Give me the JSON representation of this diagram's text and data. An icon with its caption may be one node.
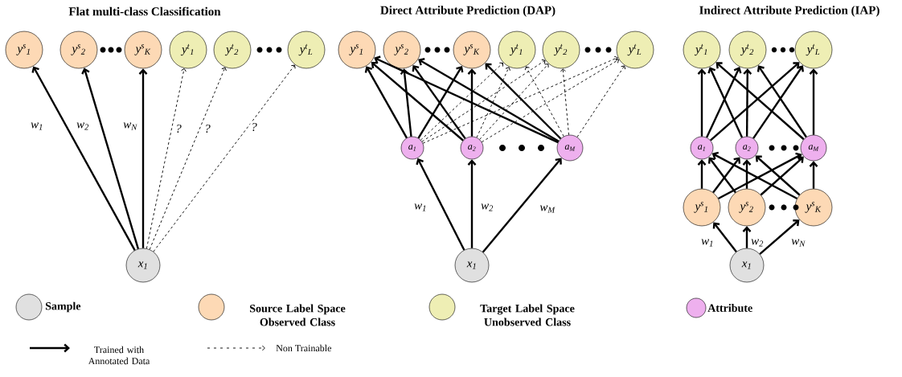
{
  "diagram": {
    "nodes": [
      {
        "text": [
          "y$^{s}$$_{1}$"
        ]
      },
      {
        "text": [
          "y$^{s}$$_{2}$"
        ]
      },
      {
        "text": [
          "y$^{s}$$_{K}$"
        ]
      },
      {
        "text": [
          "y$^{t}$$_{1}$"
        ]
      },
      {
        "text": [
          "y$^{t}$$_{2}$"
        ]
      },
      {
        "text": [
          "y$^{t}$$_{L}$"
        ]
      },
      {
        "text": [
          "x$_{1}$"
        ]
      },
      {
        "text": [
          "y$^{s}$$_{1}$"
        ]
      },
      {
        "text": [
          "y$^{s}$$_{2}$"
        ]
      },
      {
        "text": [
          "y$^{s}$$_{K}$"
        ]
      },
      {
        "text": [
          "y$^{t}$$_{1}$"
        ]
      },
      {
        "text": [
          "y$^{t}$$_{2}$"
        ]
      },
      {
        "text": [
          "y$^{t}$$_{L}$"
        ]
      },
      {
        "text": [
          "a$_{1}$"
        ]
      },
      {
        "text": [
          "a$_{2}$"
        ]
      },
      {
        "text": [
          "a$_{M}$"
        ]
      },
      {
        "text": [
          "x$_{1}$"
        ]
      },
      {
        "text": [
          "y$^{t}$$_{1}$"
        ]
      },
      {
        "text": [
          "y$^{t}$$_{2}$"
        ]
      },
      {
        "text": [
          "y$^{t}$$_{L}$"
        ]
      },
      {
        "text": [
          "a$_{1}$"
        ]
      },
      {
        "text": [
          "a$_{2}$"
        ]
      },
      {
        "text": [
          "a$_{M}$"
        ]
      },
      {
        "text": [
          "y$^{s}$$_{1}$"
        ]
      },
      {
        "text": [
          "y$^{s}$$_{2}$"
        ]
      },
      {
        "text": [
          "y$^{s}$$_{K}$"
        ]
      },
      {
        "text": [
          "x$_{1}$"
        ]
      }
    ],
    "edges": [
      {
        "from": 6,
        "to": 0,
        "arrow": "to",
        "label": "w$_{1}$"
      },
      {
        "from": 6,
        "to": 1,
        "arrow": "to",
        "label": "w$_{2}$"
      },
      {
        "from": 6,
        "to": 2,
        "arrow": "to",
        "label": "w$_{N}$"
      },
      {
        "from": 6,
        "to": 3,
        "arrow": "to",
        "label": "?",
        "style": "dashed"
      },
      {
        "from": 6,
        "to": 4,
        "arrow": "to",
        "label": "?",
        "style": "dashed"
      },
      {
        "from": 6,
        "to": 5,
        "arrow": "to",
        "label": "?",
        "style": "dashed"
      },
      {
        "from": 16,
        "to": 13,
        "arrow": "to",
        "label": "w$_{1}$"
      },
      {
        "from": 16,
        "to": 14,
        "arrow": "to",
        "label": "w$_{2}$"
      },
      {
        "from": 16,
        "to": 15,
        "arrow": "to",
        "label": "w$_{M}$"
      },
      {
        "from": 13,
        "to": 7,
        "arrow": "to"
      },
      {
        "from": 13,
        "to": 8,
        "arrow": "to"
      },
      {
        "from": 13,
        "to": 9,
        "arrow": "to"
      },
      {
        "from": 14,
        "to": 7,
        "arrow": "to"
      },
      {
        "from": 14,
        "to": 8,
        "arrow": "to"
      },
      {
        "from": 14,
        "to": 9,
        "arrow": "to"
      },
      {
        "from": 15,
        "to": 7,
        "arrow": "to"
      },
      {
        "from": 15,
        "to": 8,
        "arrow": "to"
      },
      {
        "from": 15,
        "to": 9,
        "arrow": "to"
      },
      {
        "from": 13,
        "to": 10,
        "arrow": "to",
        "style": "dashed"
      },
      {
        "from": 13,
        "to": 11,
        "arrow": "to",
        "style": "dashed"
      },
      {
        "from": 13,
        "to": 12,
        "arrow": "to",
        "style": "dashed"
      },
      {
        "from": 14,
        "to": 10,
        "arrow": "to",
        "style": "dashed"
      },
      {
        "from": 14,
        "to": 11,
        "arrow": "to",
        "style": "dashed"
      },
      {
        "from": 14,
        "to": 12,
        "arrow": "to",
        "style": "dashed"
      },
      {
        "from": 15,
        "to": 10,
        "arrow": "to",
        "style": "dashed"
      },
      {
        "from": 15,
        "to": 11,
        "arrow": "to",
        "style": "dashed"
      },
      {
        "from": 15,
        "to": 12,
        "arrow": "to",
        "style": "dashed"
      },
      {
        "from": 26,
        "to": 23,
        "arrow": "to",
        "label": "w$_{1}$"
      },
      {
        "from": 26,
        "to": 24,
        "arrow": "to",
        "label": "w$_{2}$"
      },
      {
        "from": 26,
        "to": 25,
        "arrow": "to",
        "label": "w$_{N}$"
      },
      {
        "from": 23,
        "to": 20,
        "arrow": "to"
      },
      {
        "from": 23,
        "to": 21,
        "arrow": "to"
      },
      {
        "from": 23,
        "to": 22,
        "arrow": "to"
      },
      {
        "from": 24,
        "to": 20,
        "arrow": "to"
      },
      {
        "from": 24,
        "to": 21,
        "arrow": "to"
      },
      {
        "from": 24,
        "to": 22,
        "arrow": "to"
      },
      {
        "from": 25,
        "to": 20,
        "arrow": "to"
      },
      {
        "from": 25,
        "to": 21,
        "arrow": "to"
      },
      {
        "from": 25,
        "to": 22,
        "arrow": "to"
      },
      {
        "from": 20,
        "to": 17,
        "arrow": "to"
      },
      {
        "from": 20,
        "to": 18,
        "arrow": "to"
      },
      {
        "from": 20,
        "to": 19,
        "arrow": "to"
      },
      {
        "from": 21,
        "to": 17,
        "arrow": "to"
      },
      {
        "from": 21,
        "to": 18,
        "arrow": "to"
      },
      {
        "from": 21,
        "to": 19,
        "arrow": "to"
      },
      {
        "from": 22,
        "to": 17,
        "arrow": "to"
      },
      {
        "from": 22,
        "to": 18,
        "arrow": "to"
      },
      {
        "from": 22,
        "to": 19,
        "arrow": "to"
      }
    ],
    "labels": [
      "Flat multi-class Classification",
      "Direct Attribute Prediction (DAP)",
      "Indirect Attribute Prediction (IAP)"
    ],
    "legend": [
      {
        "text": "Sample",
        "color": "#e0e0e0"
      },
      {
        "text": "Source Label Space Observed Class",
        "color": "#fdd9b5"
      },
      {
        "text": "Target Label Space Unobserved Class",
        "color": "#eeeeb4"
      },
      {
        "text": "Attribute",
        "color": "#eeb0ee"
      },
      {
        "text": "Trained with Annotated Data"
      },
      {
        "text": "Non Trainable"
      }
    ]
  }
}
